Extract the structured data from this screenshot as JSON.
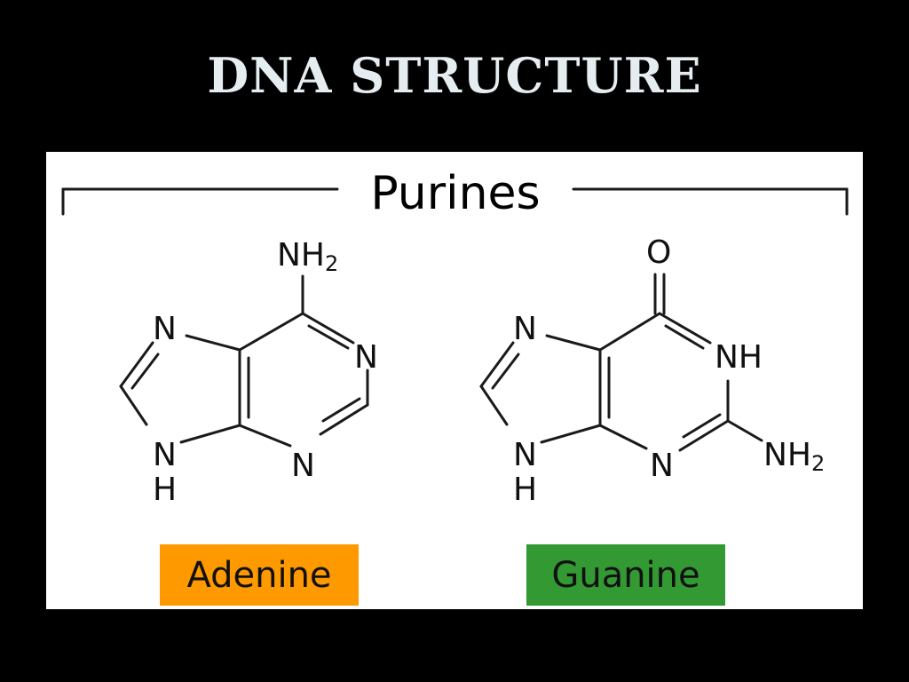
{
  "title": "DNA STRUCTURE",
  "group": {
    "heading": "Purines"
  },
  "molecules": [
    {
      "name": "Adenine",
      "color": "#ff9900",
      "atoms": {
        "amine_N": "NH",
        "amine_sub": "2",
        "n1": "N",
        "n3": "N",
        "n7": "N",
        "n9": "N",
        "n9_h": "H"
      }
    },
    {
      "name": "Guanine",
      "color": "#339933",
      "atoms": {
        "carbonyl_O": "O",
        "n1h": "NH",
        "amine_N": "NH",
        "amine_sub": "2",
        "n3": "N",
        "n7": "N",
        "n9": "N",
        "n9_h": "H"
      }
    }
  ]
}
